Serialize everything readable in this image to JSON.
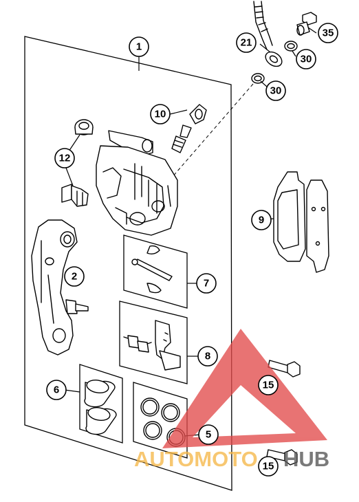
{
  "diagram": {
    "callouts": [
      {
        "id": "c1",
        "label": "1"
      },
      {
        "id": "c2",
        "label": "2"
      },
      {
        "id": "c5",
        "label": "5"
      },
      {
        "id": "c6",
        "label": "6"
      },
      {
        "id": "c7",
        "label": "7"
      },
      {
        "id": "c8",
        "label": "8"
      },
      {
        "id": "c9",
        "label": "9"
      },
      {
        "id": "c10",
        "label": "10"
      },
      {
        "id": "c12",
        "label": "12"
      },
      {
        "id": "c15a",
        "label": "15"
      },
      {
        "id": "c15b",
        "label": "15"
      },
      {
        "id": "c21",
        "label": "21"
      },
      {
        "id": "c30a",
        "label": "30"
      },
      {
        "id": "c30b",
        "label": "30"
      },
      {
        "id": "c35",
        "label": "35"
      }
    ]
  },
  "watermark": {
    "text_part1": "AUTOMOTO",
    "text_part2": "HUB",
    "colors": {
      "triangle": "#e24b4b",
      "text_part1": "#f5b84a",
      "text_part2": "#555555"
    }
  }
}
